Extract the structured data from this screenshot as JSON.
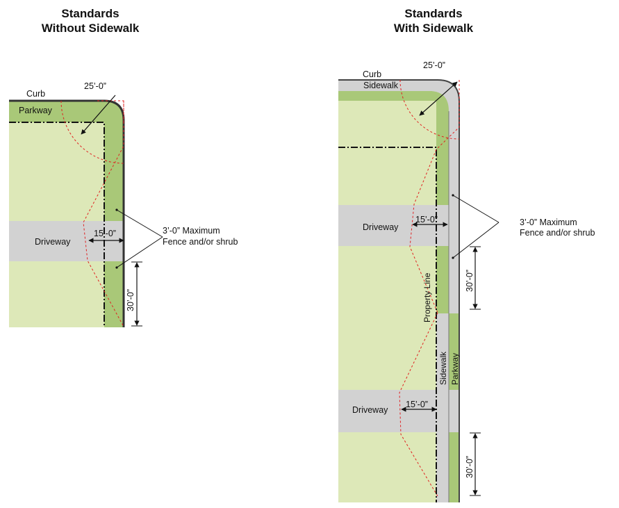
{
  "left": {
    "title_line1": "Standards",
    "title_line2": "Without Sidewalk",
    "curb": "Curb",
    "parkway": "Parkway",
    "radius": "25’-0”",
    "driveway": "Driveway",
    "dim_15": "15’-0”",
    "dim_30": "30’-0”",
    "note_line1": "3’-0” Maximum",
    "note_line2": "Fence and/or shrub"
  },
  "right": {
    "title_line1": "Standards",
    "title_line2": "With Sidewalk",
    "curb": "Curb",
    "sidewalk_top": "Sidewalk",
    "radius": "25’-0”",
    "driveway_1": "Driveway",
    "driveway_2": "Driveway",
    "dim_15_a": "15’-0”",
    "dim_15_b": "15’-0”",
    "dim_30_a": "30’-0”",
    "dim_30_b": "30’-0”",
    "note_line1": "3’-0” Maximum",
    "note_line2": "Fence and/or shrub",
    "property_line": "Property Line",
    "sidewalk_side": "Sidewalk",
    "parkway_side": "Parkway"
  },
  "colors": {
    "lot": "#dde8b8",
    "parkway": "#a9c878",
    "sidewalk": "#d2d2d2",
    "driveway": "#d2d2d2",
    "curb": "#333333",
    "sight_triangle": "#e02020"
  }
}
